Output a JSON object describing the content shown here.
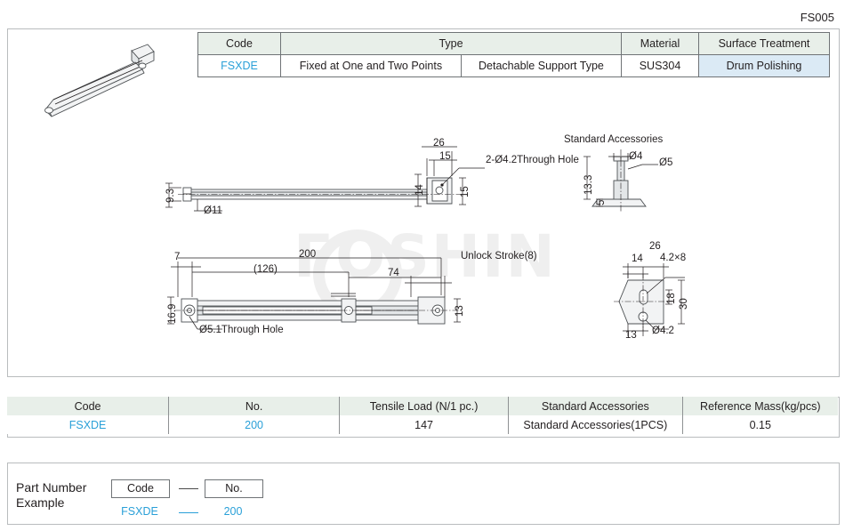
{
  "doc_code": "FS005",
  "spec_table": {
    "headers": [
      "Code",
      "Type",
      "Material",
      "Surface Treatment"
    ],
    "row": {
      "code": "FSXDE",
      "type_1": "Fixed at One and Two Points",
      "type_2": "Detachable Support Type",
      "material": "SUS304",
      "surface": "Drum Polishing"
    }
  },
  "watermark": "FOSHIN",
  "drawing": {
    "accessories_title": "Standard Accessories",
    "labels": {
      "dim_26_top": "26",
      "dim_15_top": "15",
      "hole_note": "2-Ø4.2Through Hole",
      "dim_14": "14",
      "dim_15_right": "15",
      "dim_9_3": "9.3",
      "dia_11": "Ø11",
      "acc_d4": "Ø4",
      "acc_d5": "Ø5",
      "acc_13_3": "13.3",
      "acc_5": "5",
      "dim_7": "7",
      "dim_200": "200",
      "dim_126": "(126)",
      "dim_74": "74",
      "unlock_stroke": "Unlock Stroke(8)",
      "dim_16_9": "16.9",
      "dim_13_right": "13",
      "through_hole_51": "Ø5.1Through Hole",
      "sv_26": "26",
      "sv_14": "14",
      "sv_42x8": "4.2×8",
      "sv_18": "18",
      "sv_30": "30",
      "sv_13": "13",
      "sv_d42": "Ø4.2"
    }
  },
  "bottom_table": {
    "headers": [
      "Code",
      "No.",
      "Tensile Load (N/1 pc.)",
      "Standard Accessories",
      "Reference Mass(kg/pcs)"
    ],
    "row": [
      "FSXDE",
      "200",
      "147",
      "Standard Accessories(1PCS)",
      "0.15"
    ]
  },
  "part_number": {
    "title_line1": "Part Number",
    "title_line2": "Example",
    "box1_label": "Code",
    "box2_label": "No.",
    "value1": "FSXDE",
    "value2": "200"
  }
}
